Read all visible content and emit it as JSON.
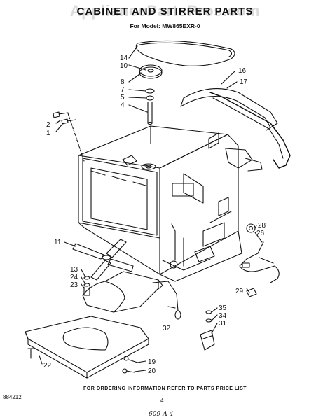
{
  "header": {
    "title": "CABINET AND STIRRER PARTS",
    "model_line": "For Model: MW865EXR-0",
    "watermark": "AppliancePartsPros.com"
  },
  "callouts": [
    "14",
    "10",
    "8",
    "7",
    "5",
    "4",
    "2",
    "1",
    "16",
    "17",
    "11",
    "13",
    "24",
    "23",
    "22",
    "28",
    "26",
    "29",
    "32",
    "35",
    "34",
    "31",
    "19",
    "20"
  ],
  "footer": {
    "ordering_note": "FOR ORDERING INFORMATION REFER TO PARTS PRICE LIST",
    "diagram_number": "884212",
    "page_number": "4",
    "handwritten_note": "609-A-4"
  }
}
